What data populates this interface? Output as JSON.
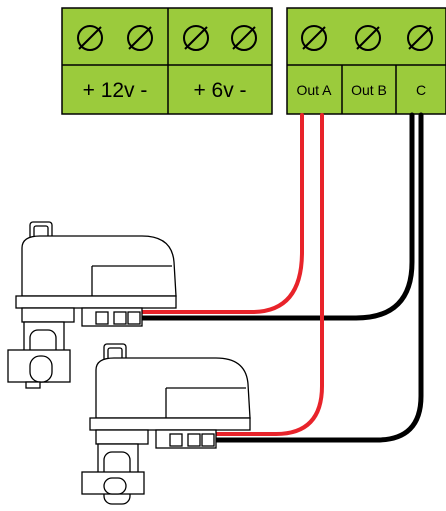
{
  "colors": {
    "terminal_green": "#9BCB3C",
    "outline": "#000000",
    "wire_red": "#E8232A",
    "wire_black": "#000000",
    "device_body": "#ffffff"
  },
  "icon_names": {
    "screw": "screw-terminal-icon"
  },
  "terminal_blocks": {
    "power": {
      "labels": [
        "+ 12v -",
        "+ 6v -"
      ]
    },
    "outputs": {
      "labels": [
        "Out A",
        "Out B",
        "C"
      ]
    }
  },
  "wires": [
    {
      "from": "Out A",
      "to": "valve-upper",
      "color": "red"
    },
    {
      "from": "Out A",
      "to": "valve-lower",
      "color": "red"
    },
    {
      "from": "C",
      "to": "valve-upper",
      "color": "black"
    },
    {
      "from": "C",
      "to": "valve-lower",
      "color": "black"
    }
  ]
}
